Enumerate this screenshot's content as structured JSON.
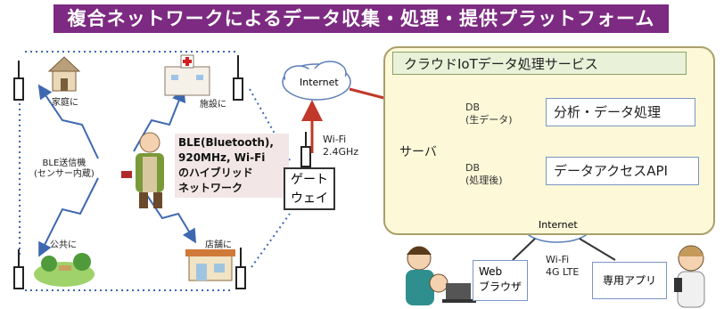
{
  "title": "複合ネットワークによるデータ収集・処理・提供プラットフォーム",
  "left": {
    "labels": {
      "home": "家庭に",
      "facility": "施設に",
      "public": "公共に",
      "store": "店舗に",
      "ble_sender": "BLE送信機\n(センサー内蔵)"
    },
    "tech_lines": [
      "BLE(Bluetooth),",
      "920MHz, Wi-Fi",
      "のハイブリッド",
      "ネットワーク"
    ],
    "gateway": [
      "ゲート",
      "ウェイ"
    ],
    "wifi_upper": [
      "Wi-Fi",
      "2.4GHz"
    ],
    "internet_upper": "Internet"
  },
  "cloud": {
    "title": "クラウドIoTデータ処理サービス",
    "server_label": "サーバ",
    "db_raw": [
      "DB",
      "(生データ)"
    ],
    "db_processed": [
      "DB",
      "(処理後)"
    ],
    "analysis": "分析・データ処理",
    "data_access_api": "データアクセスAPI",
    "internet_lower": "Internet"
  },
  "bottom": {
    "web_browser": [
      "Web",
      "ブラウザ"
    ],
    "wifi_lte": [
      "Wi-Fi",
      "4G LTE"
    ],
    "dedicated_app": "専用アプリ"
  },
  "colors": {
    "title_bg": "#7d2a82",
    "arrow_blue": "#3d68b0",
    "arrow_red": "#c0392b",
    "panel_bg": "#fdf9d8"
  }
}
